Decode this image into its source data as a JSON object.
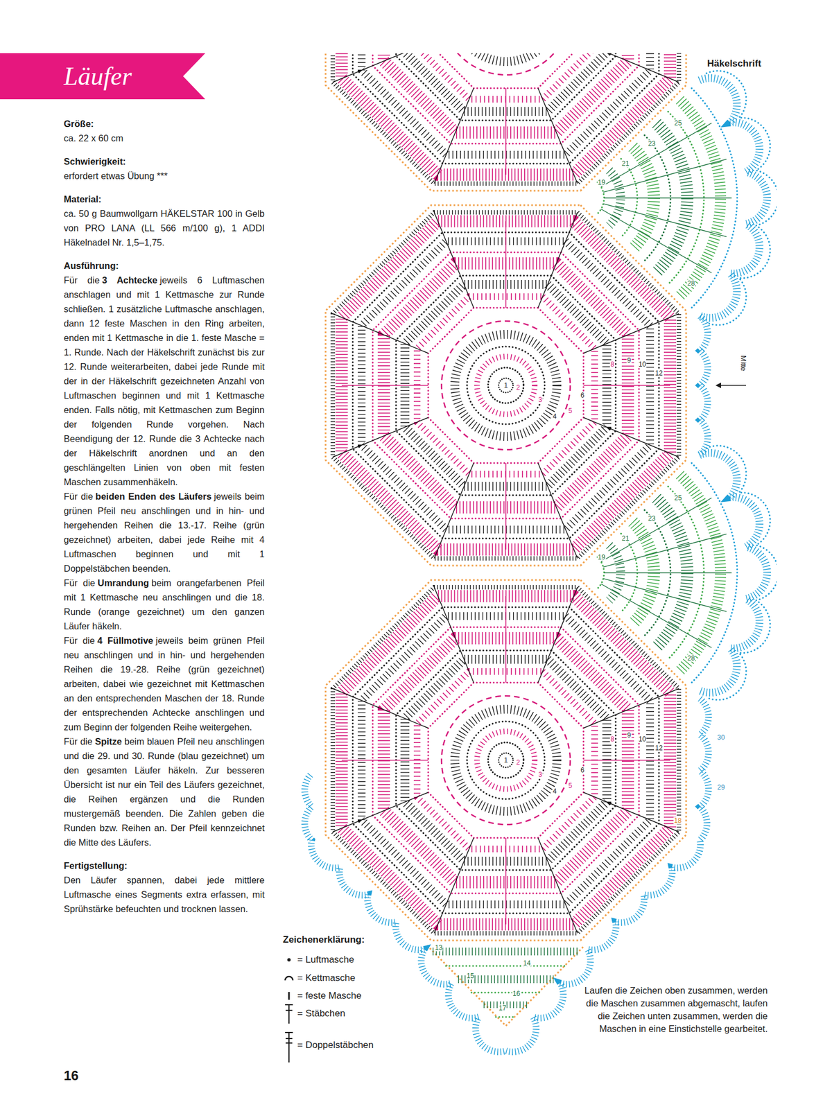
{
  "diagram": {
    "nodes": [
      {
        "text": [
          "Läufer"
        ]
      }
    ],
    "labels": [
      "Größe:",
      "ca. 22 x 60 cm",
      "Schwierigkeit:",
      "erfordert etwas Übung ***",
      "Material:",
      "ca. 50 g Baumwollgarn HÄKELSTAR 100 in Gelb von PRO LANA (LL 566 m/100 g), 1 ADDI Häkelnadel Nr. 1,5–1,75.",
      "Ausführung:",
      "Für die",
      "3 Achtecke",
      "jeweils 6 Luftmaschen anschlagen und mit 1 Kettmasche zur Runde schließen. 1 zusätzliche Luftmasche anschlagen, dann 12 feste Maschen in den Ring arbeiten, enden mit 1 Kettmasche in die 1. feste Masche = 1. Runde. Nach der Häkelschrift zunächst bis zur 12. Runde weiterarbeiten, dabei jede Runde mit der in der Häkelschrift gezeichneten Anzahl von Luftmaschen beginnen und mit 1 Kettmasche enden. Falls nötig, mit Kettmaschen zum Beginn der folgenden Runde vorgehen. Nach Beendigung der 12. Runde die 3 Achtecke nach der Häkelschrift anordnen und an den geschlängelten Linien von oben mit festen Maschen zusammenhäkeln.",
      "Für die",
      "beiden Enden des Läufers",
      "jeweils beim grünen Pfeil neu anschlingen und in hin- und hergehenden Reihen die 13.-17. Reihe (grün gezeichnet) arbeiten, dabei jede Reihe mit 4 Luftmaschen beginnen und mit 1 Doppelstäbchen beenden.",
      "Für die",
      "Umrandung",
      "beim orangefarbenen Pfeil mit 1 Kettmasche neu anschlingen und die 18. Runde (orange gezeichnet) um den ganzen Läufer häkeln.",
      "Für die",
      "4 Füllmotive",
      "jeweils beim grünen Pfeil neu anschlingen und in hin- und hergehenden Reihen die 19.-28. Reihe (grün gezeichnet) arbeiten, dabei wie gezeichnet mit Kettmaschen an den entsprechenden Maschen der 18. Runde der entsprechenden Achtecke anschlingen und zum Beginn der folgenden Reihe weitergehen.",
      "Für die",
      "Spitze",
      "beim blauen Pfeil neu anschlingen und die 29. und 30. Runde (blau gezeichnet) um den gesamten Läufer häkeln. Zur besseren Übersicht ist nur ein Teil des Läufers gezeichnet, die Reihen ergänzen und die Runden mustergemäß beenden. Die Zahlen geben die Runden bzw. Reihen an. Der Pfeil kennzeichnet die Mitte des Läufers.",
      "Fertigstellung:",
      "Den Läufer spannen, dabei jede mittlere Luftmasche eines Segments extra erfassen, mit Sprühstärke befeuchten und trocknen lassen.",
      "16",
      "Häkelschrift",
      "Mitte",
      "Zeichenerklärung:",
      "Laufen die Zeichen oben zusammen, werden die Maschen zusammen abgemascht, laufen die Zeichen unten zusammen, werden die Maschen in eine Einstichstelle gearbeitet.",
      "1",
      "2",
      "3",
      "4",
      "5",
      "6",
      "8",
      "9",
      "10",
      "12",
      "1",
      "2",
      "3",
      "4",
      "5",
      "6",
      "8",
      "9",
      "10",
      "12",
      "19",
      "21",
      "23",
      "25",
      "28",
      "19",
      "21",
      "23",
      "25",
      "28",
      "13",
      "14",
      "15",
      "16",
      "17",
      "18",
      "30",
      "29"
    ],
    "legend": [
      {
        "text": "= Luftmasche"
      },
      {
        "text": "= Kettmasche"
      },
      {
        "text": "= feste Masche"
      },
      {
        "text": "= Stäbchen"
      },
      {
        "text": "= Doppelstäbchen"
      }
    ]
  }
}
